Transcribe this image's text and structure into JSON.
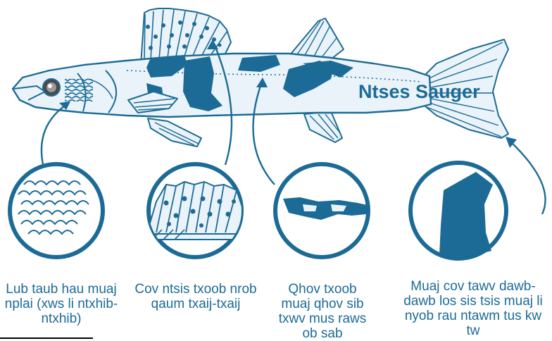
{
  "title": "Ntses Sauger",
  "colors": {
    "primary": "#1c6b96",
    "fill_light": "#eaf3f9",
    "background": "#ffffff"
  },
  "features": [
    {
      "id": "scales",
      "icon": "scales-pattern-icon",
      "caption": "Lub taub hau muaj nplai (xws li ntxhib-ntxhib)"
    },
    {
      "id": "dorsal",
      "icon": "spiny-dorsal-fin-icon",
      "caption": "Cov ntsis txoob nrob qaum txaij-txaij"
    },
    {
      "id": "second-dorsal",
      "icon": "blotch-fin-icon",
      "caption": "Qhov txoob muaj qhov sib txwv mus raws ob sab"
    },
    {
      "id": "saddles",
      "icon": "saddle-blotch-icon",
      "caption": "Muaj cov tawv dawb-dawb los sis tsis muaj li nyob rau ntawm tus kw tw"
    }
  ]
}
